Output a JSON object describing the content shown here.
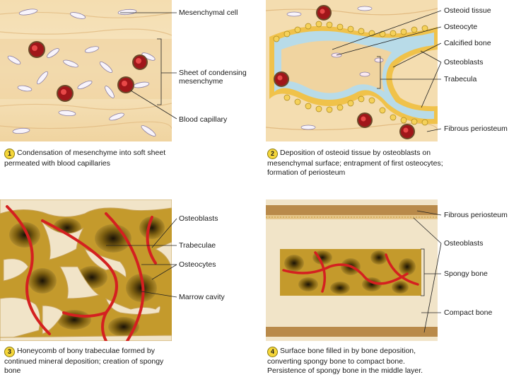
{
  "panel1": {
    "labels": {
      "mesenchymal_cell": "Mesenchymal cell",
      "sheet_line1": "Sheet of condensing",
      "sheet_line2": "mesenchyme",
      "blood_capillary": "Blood capillary"
    },
    "caption": {
      "number": "1",
      "text": "Condensation of mesenchyme into soft sheet permeated with blood capillaries"
    }
  },
  "panel2": {
    "labels": {
      "osteoid_tissue": "Osteoid tissue",
      "osteocyte": "Osteocyte",
      "calcified_bone": "Calcified bone",
      "osteoblasts": "Osteoblasts",
      "trabecula": "Trabecula",
      "fibrous_periosteum": "Fibrous periosteum"
    },
    "caption": {
      "number": "2",
      "text": "Deposition of osteoid tissue by osteoblasts on mesenchymal surface; entrapment of first osteocytes; formation of periosteum"
    }
  },
  "panel3": {
    "labels": {
      "osteoblasts": "Osteoblasts",
      "trabeculae": "Trabeculae",
      "osteocytes": "Osteocytes",
      "marrow_cavity": "Marrow cavity"
    },
    "caption": {
      "number": "3",
      "text": "Honeycomb of bony trabeculae formed by continued mineral deposition; creation of spongy bone"
    }
  },
  "panel4": {
    "labels": {
      "fibrous_periosteum": "Fibrous periosteum",
      "osteoblasts": "Osteoblasts",
      "spongy_bone": "Spongy bone",
      "compact_bone": "Compact bone"
    },
    "caption": {
      "number": "4",
      "text": "Surface bone filled in by bone deposition, converting spongy bone to compact bone. Persistence of spongy bone in the middle layer."
    }
  },
  "colors": {
    "tissue": "#f2d9a8",
    "tissue_dark": "#e3bd80",
    "bone": "#f1e4c8",
    "marrow": "#b08a17",
    "vessel": "#d42020",
    "calcified": "#b8dbe8",
    "osteoblast": "#f0c24a"
  }
}
